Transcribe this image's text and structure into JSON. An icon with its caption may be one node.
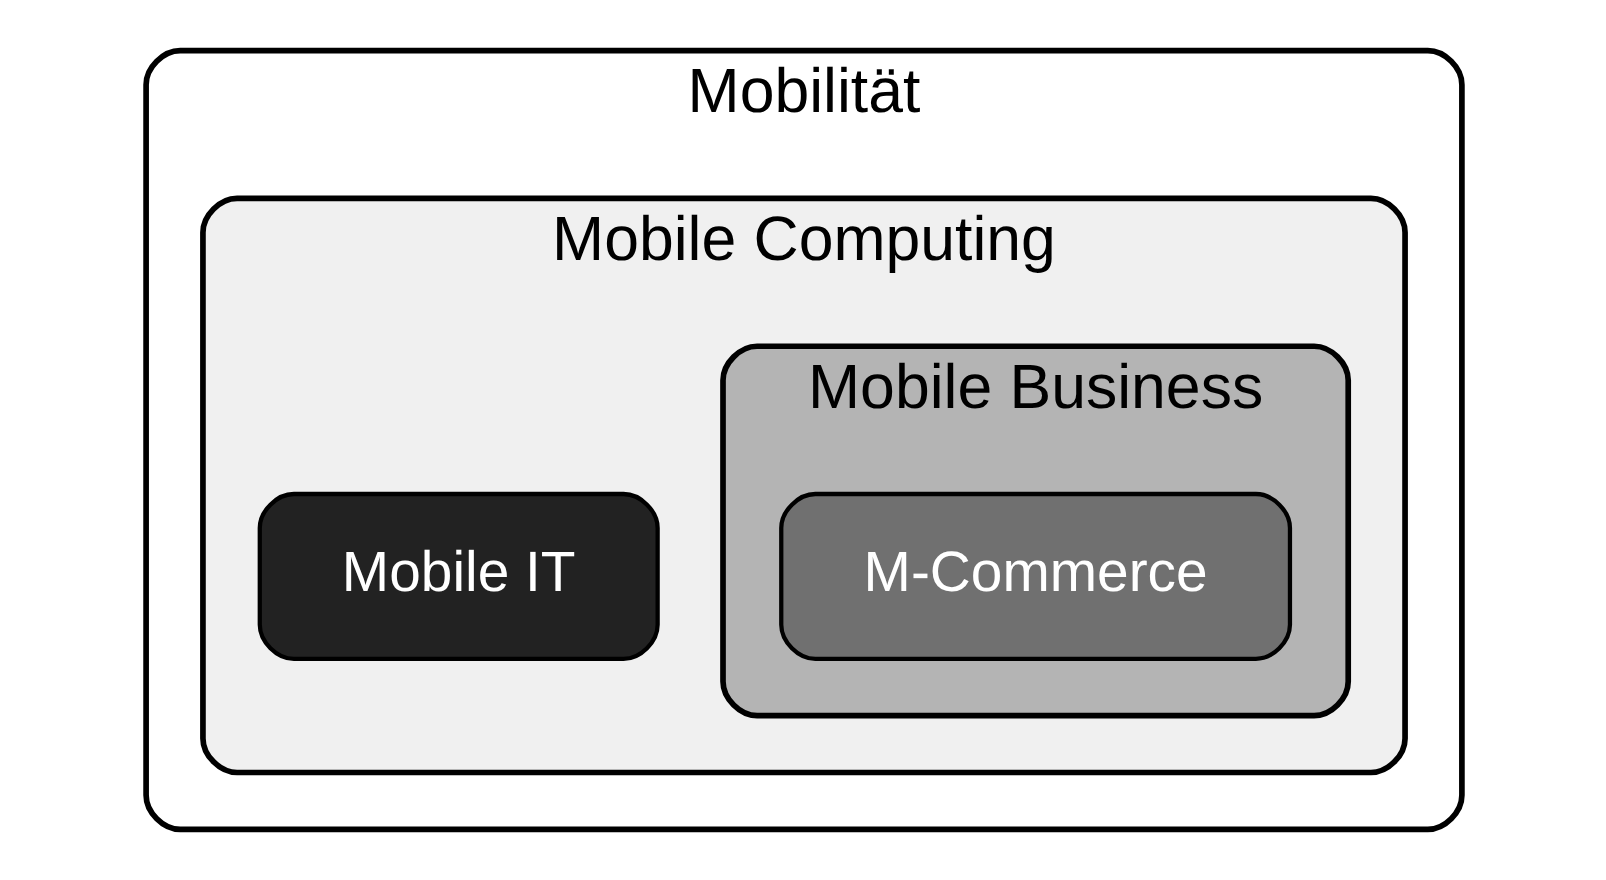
{
  "diagram": {
    "nodes": [
      {
        "text": [
          "Mobilität"
        ]
      },
      {
        "text": [
          "Mobile Computing"
        ],
        "in": 0
      },
      {
        "text": [
          "Mobile Business"
        ],
        "in": 1
      },
      {
        "text": [
          "Mobile IT"
        ],
        "in": 1
      },
      {
        "text": [
          "M-Commerce"
        ],
        "in": 2
      }
    ]
  }
}
